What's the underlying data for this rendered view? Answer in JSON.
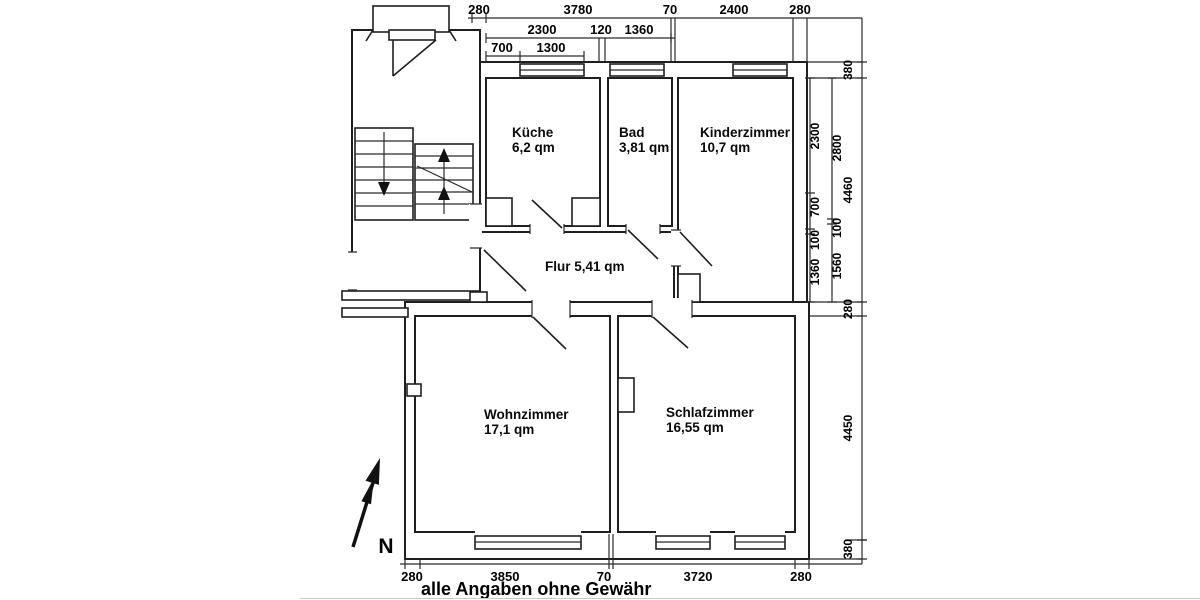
{
  "rooms": {
    "kueche": {
      "name": "Küche",
      "area": "6,2 qm"
    },
    "bad": {
      "name": "Bad",
      "area": "3,81 qm"
    },
    "kinderzimmer": {
      "name": "Kinderzimmer",
      "area": "10,7 qm"
    },
    "flur": {
      "label": "Flur 5,41 qm"
    },
    "wohnzimmer": {
      "name": "Wohnzimmer",
      "area": "17,1 qm"
    },
    "schlafzimmer": {
      "name": "Schlafzimmer",
      "area": "16,55 qm"
    }
  },
  "dimensions_mm": {
    "top_outer": [
      "280",
      "3780",
      "70",
      "2400",
      "280"
    ],
    "top_middle": [
      "2300",
      "120",
      "1360"
    ],
    "top_inner": [
      "700",
      "1300"
    ],
    "bottom": [
      "280",
      "3850",
      "70",
      "3720",
      "280"
    ],
    "right_inner": [
      "2300",
      "700",
      "100",
      "1360"
    ],
    "right_middle": [
      "2800",
      "100",
      "1560"
    ],
    "right_outer": [
      "380",
      "4460",
      "280",
      "4450",
      "380"
    ]
  },
  "compass": {
    "label": "N"
  },
  "footer": {
    "disclaimer": "alle Angaben ohne Gewähr"
  },
  "colors": {
    "wall_line": "#1f1f1f",
    "dimension_line": "#2a2a2a",
    "background": "#ffffff",
    "text": "#000000"
  }
}
